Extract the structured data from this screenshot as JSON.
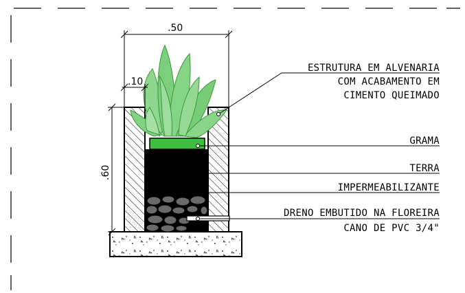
{
  "dimensions": {
    "width": ".50",
    "wall": ".10",
    "height": ".60"
  },
  "labels": {
    "estrutura_1": "ESTRUTURA EM ALVENARIA",
    "estrutura_2": "COM ACABAMENTO EM",
    "estrutura_3": "CIMENTO QUEIMADO",
    "grama": "GRAMA",
    "terra": "TERRA",
    "impermeabilizante": "IMPERMEABILIZANTE",
    "dreno": "DRENO EMBUTIDO NA FLOREIRA",
    "cano": "CANO DE PVC 3/4\""
  },
  "colors": {
    "grass": "#3fbf3f",
    "plant": "#6fcf6f",
    "soil": "#000000",
    "line": "#000000"
  }
}
